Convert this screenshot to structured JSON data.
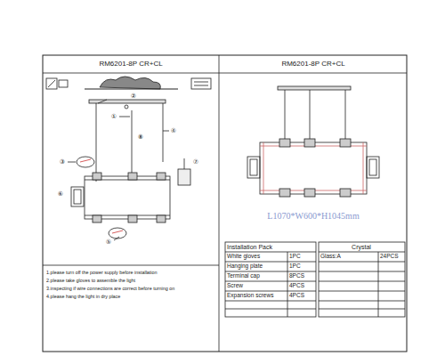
{
  "diagram": {
    "labels": [
      "RM6201-8P CR+CL",
      "RM6201-8P CR+CL",
      "L1070*W600*H1045mm",
      "Installation Pack",
      "White gloves",
      "1PC",
      "Hanging plate",
      "1PC",
      "Terminal cap",
      "8PCS",
      "Screw",
      "4PCS",
      "Expansion screws",
      "4PCS",
      "Crystal",
      "Glass:A",
      "24PCS",
      "1.please turn off the power supply before installation",
      "2.please take gloves to assemble the light",
      "3.inspecting if wire connections are correct before turning on",
      "4.please hang the light in dry place",
      "①",
      "②",
      "③",
      "④",
      "⑤",
      "⑥",
      "⑦",
      "⑧"
    ]
  }
}
